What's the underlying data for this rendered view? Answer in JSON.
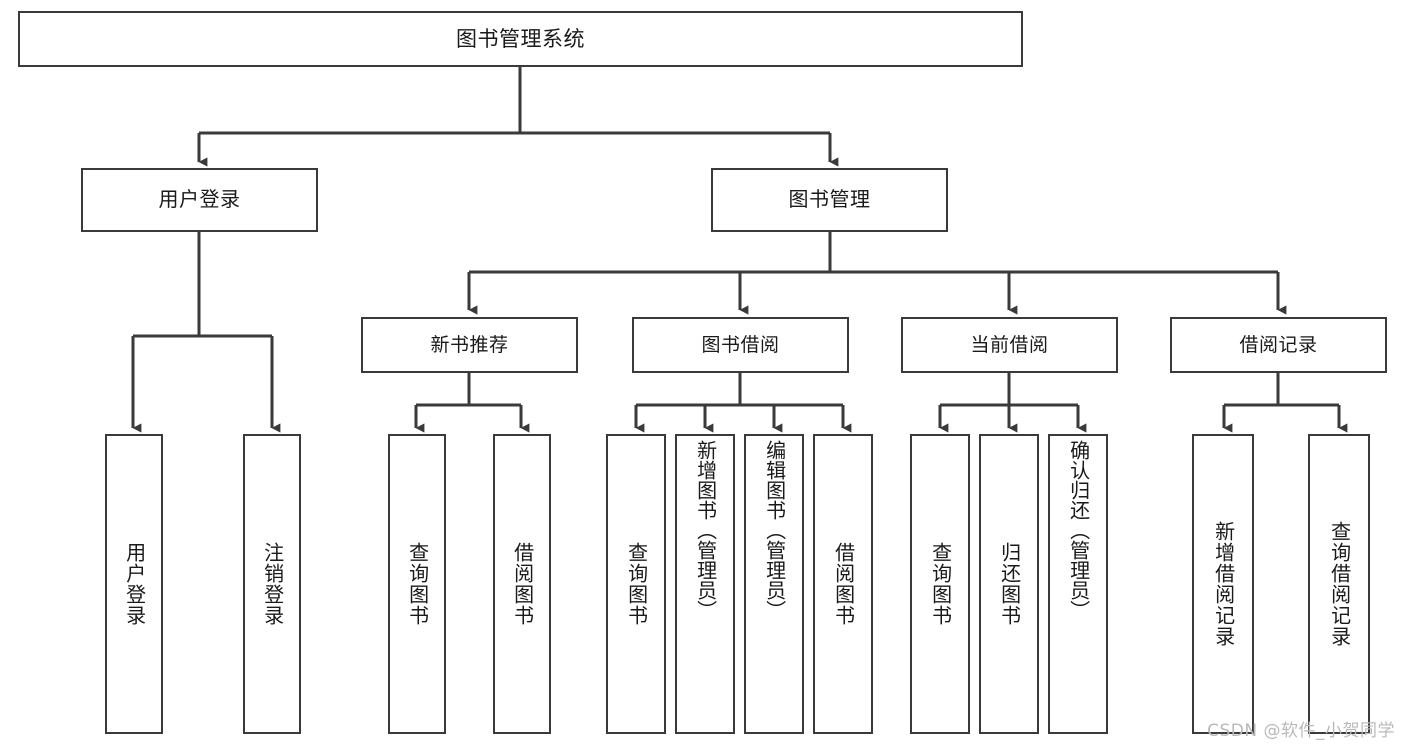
{
  "diagram": {
    "title": "图书管理系统",
    "type": "tree",
    "watermark": "CSDN @软件_小贺同学",
    "colors": {
      "box_border": "#3a3a3a",
      "box_fill": "#ffffff",
      "edge": "#3a3a3a",
      "text": "#1a1a1a",
      "watermark": "#b9b9b9"
    },
    "root": {
      "label": "图书管理系统"
    },
    "level2": [
      {
        "label": "用户登录"
      },
      {
        "label": "图书管理"
      }
    ],
    "level3": [
      {
        "label": "新书推荐"
      },
      {
        "label": "图书借阅"
      },
      {
        "label": "当前借阅"
      },
      {
        "label": "借阅记录"
      }
    ],
    "leaves": {
      "user_login": [
        {
          "label": "用户登录"
        },
        {
          "label": "注销登录"
        }
      ],
      "new_book": [
        {
          "label": "查询图书"
        },
        {
          "label": "借阅图书"
        }
      ],
      "book_borrow": [
        {
          "label": "查询图书"
        },
        {
          "label": "新增图书（管理员）"
        },
        {
          "label": "编辑图书（管理员）"
        },
        {
          "label": "借阅图书"
        }
      ],
      "current_borrow": [
        {
          "label": "查询图书"
        },
        {
          "label": "归还图书"
        },
        {
          "label": "确认归还（管理员）"
        }
      ],
      "borrow_record": [
        {
          "label": "新增借阅记录"
        },
        {
          "label": "查询借阅记录"
        }
      ]
    }
  }
}
